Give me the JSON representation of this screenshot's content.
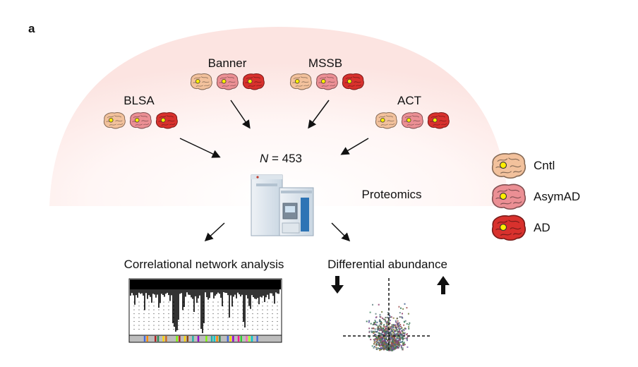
{
  "panel_label": "a",
  "sites": [
    {
      "id": "banner",
      "label": "Banner"
    },
    {
      "id": "mssb",
      "label": "MSSB"
    },
    {
      "id": "blsa",
      "label": "BLSA"
    },
    {
      "id": "act",
      "label": "ACT"
    }
  ],
  "sample_size": {
    "variable": "N",
    "equals": " = ",
    "value": "453"
  },
  "method_label": "Proteomics",
  "outputs": {
    "network": "Correlational network analysis",
    "differential": "Differential abundance"
  },
  "legend": [
    {
      "label": "Cntl",
      "color": "#f2c19c"
    },
    {
      "label": "AsymAD",
      "color": "#eb8f94"
    },
    {
      "label": "AD",
      "color": "#d8312d"
    }
  ],
  "colors": {
    "background_arc": "#fde9e7",
    "marker": "#ffee00",
    "arrow": "#111111"
  }
}
